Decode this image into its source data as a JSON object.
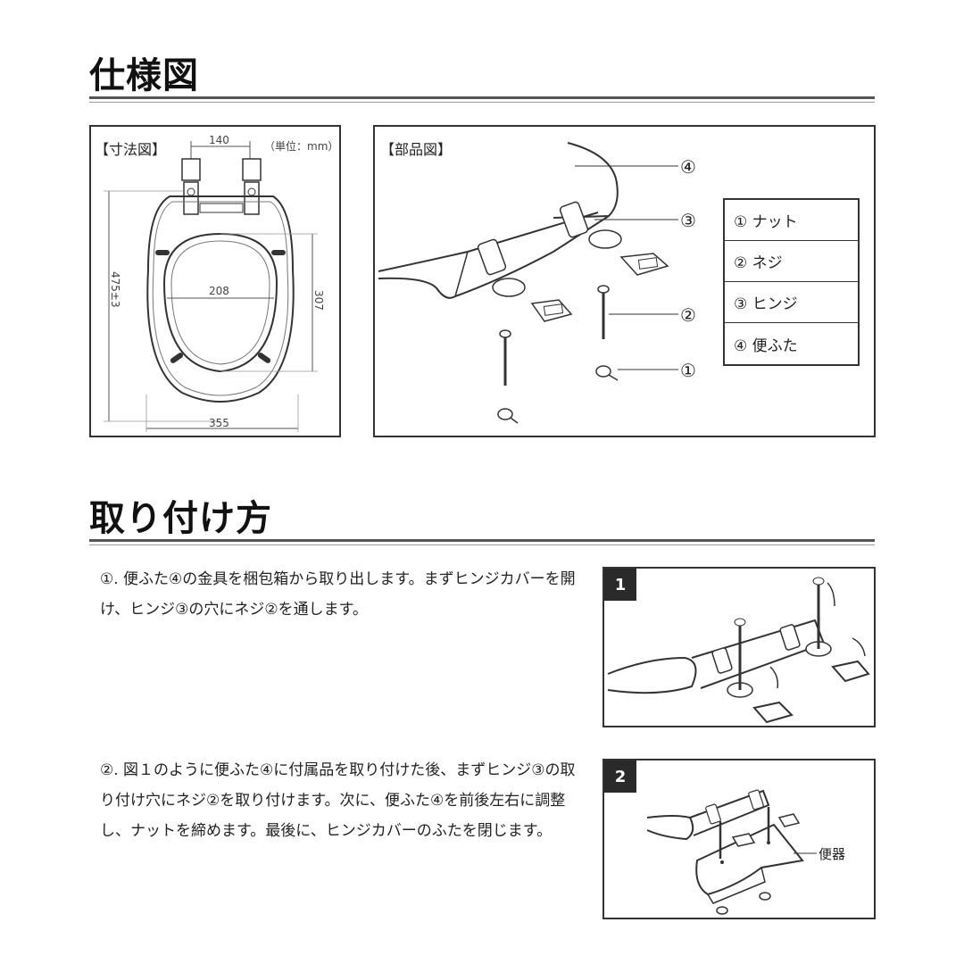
{
  "sections": {
    "spec": {
      "title": "仕様図"
    },
    "install": {
      "title": "取り付け方"
    }
  },
  "dimension_panel": {
    "label": "【寸法図】",
    "unit": "（単位：mm）",
    "dims": {
      "hinge_spacing": "140",
      "length": "475±3",
      "inner_width": "208",
      "inner_length": "307",
      "outer_width": "355"
    }
  },
  "parts_panel": {
    "label": "【部品図】",
    "callouts": [
      "④",
      "③",
      "②",
      "①"
    ],
    "legend": [
      "① ナット",
      "② ネジ",
      "③ ヒンジ",
      "④ 便ふた"
    ]
  },
  "steps": [
    {
      "text": "①. 便ふた④の金具を梱包箱から取り出します。まずヒンジカバーを開け、ヒンジ③の穴にネジ②を通します。",
      "figure": "1"
    },
    {
      "text": "②. 図１のように便ふた④に付属品を取り付けた後、まずヒンジ③の取り付け穴にネジ②を取り付けます。次に、便ふた④を前後左右に調整し、ナットを締めます。最後に、ヒンジカバーのふたを閉じます。",
      "figure": "2",
      "figure_label": "便器"
    }
  ]
}
